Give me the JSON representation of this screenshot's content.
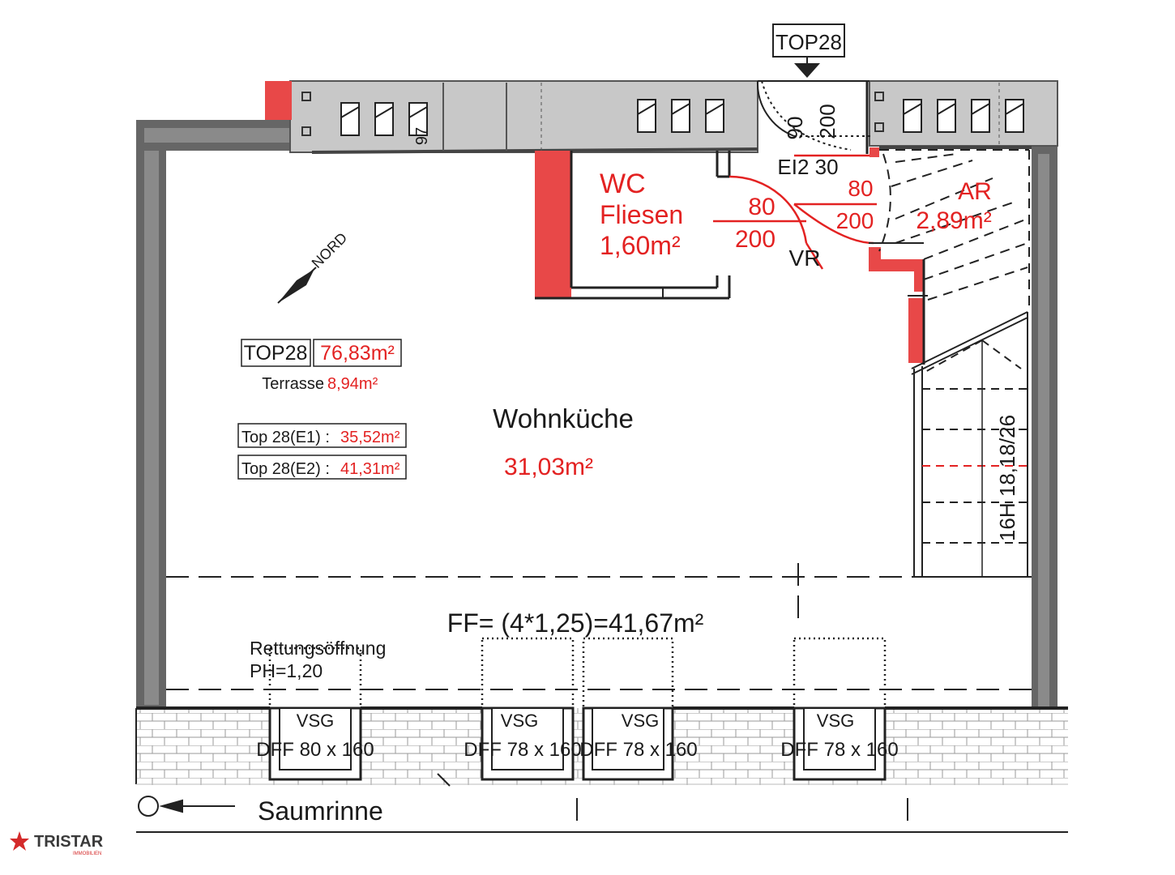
{
  "plan": {
    "unit_tag_top": "TOP28",
    "rooms": {
      "wc": {
        "name": "WC",
        "finish": "Fliesen",
        "area": "1,60m²"
      },
      "ar": {
        "name": "AR",
        "area": "2,89m²"
      },
      "wohnkueche": {
        "name": "Wohnküche",
        "area": "31,03m²"
      },
      "vr": {
        "name": "VR"
      }
    },
    "doors": {
      "wc": {
        "width": "80",
        "height": "200"
      },
      "ar": {
        "width": "80",
        "height": "200"
      },
      "entry": {
        "width": "90",
        "height": "200",
        "label": "EI2 30"
      }
    },
    "north": "NORD",
    "summary": {
      "unit": "TOP28",
      "total": "76,83m²",
      "terrace_label": "Terrasse",
      "terrace_area": "8,94m²",
      "e1_label": "Top 28(E1) :",
      "e1_area": "35,52m²",
      "e2_label": "Top 28(E2) :",
      "e2_area": "41,31m²"
    },
    "ff": "FF= (4*1,25)=41,67m²",
    "rescue": {
      "line1": "Rettungsöffnung",
      "line2": "PH=1,20"
    },
    "windows": [
      {
        "type": "VSG",
        "size": "DFF 80 x 160"
      },
      {
        "type": "VSG",
        "size": "DFF 78 x 160"
      },
      {
        "type": "VSG",
        "size": "DFF 78 x 160"
      },
      {
        "type": "VSG",
        "size": "DFF 78 x 160"
      }
    ],
    "stairs": "16H 18,18/26",
    "gutter": "Saumrinne",
    "small_mark": "97"
  },
  "logo": {
    "name": "TRISTAR",
    "sub": "IMMOBILIEN"
  },
  "colors": {
    "red": "#e32222",
    "wall": "#666666",
    "wall_light": "#c8c8c8",
    "line": "#1a1a1a"
  }
}
